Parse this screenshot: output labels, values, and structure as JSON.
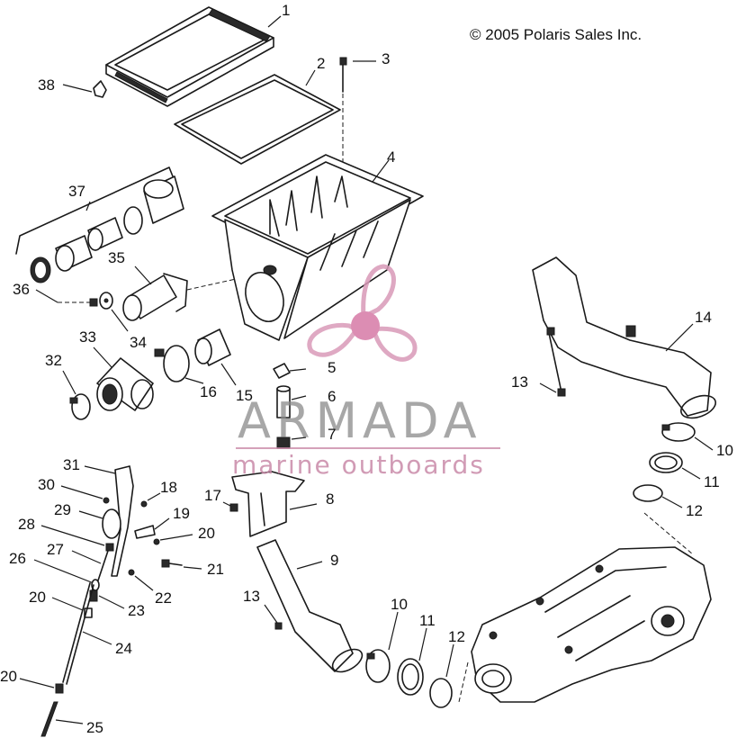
{
  "copyright": "© 2005 Polaris Sales Inc.",
  "watermark": {
    "brand": "ARMADA",
    "tagline": "marine outboards",
    "brand_color": "#8a8a8a",
    "accent_color": "#c98aa8"
  },
  "callouts": {
    "c1": "1",
    "c2": "2",
    "c3": "3",
    "c4": "4",
    "c5": "5",
    "c6": "6",
    "c7": "7",
    "c8": "8",
    "c9": "9",
    "c10a": "10",
    "c10b": "10",
    "c11a": "11",
    "c11b": "11",
    "c12a": "12",
    "c12b": "12",
    "c13a": "13",
    "c13b": "13",
    "c14": "14",
    "c15": "15",
    "c16": "16",
    "c17": "17",
    "c18": "18",
    "c19": "19",
    "c20a": "20",
    "c20b": "20",
    "c20c": "20",
    "c21": "21",
    "c22": "22",
    "c23": "23",
    "c24": "24",
    "c25": "25",
    "c26": "26",
    "c27": "27",
    "c28": "28",
    "c29": "29",
    "c30": "30",
    "c31": "31",
    "c32": "32",
    "c33": "33",
    "c34": "34",
    "c35": "35",
    "c36": "36",
    "c37": "37",
    "c38": "38"
  }
}
